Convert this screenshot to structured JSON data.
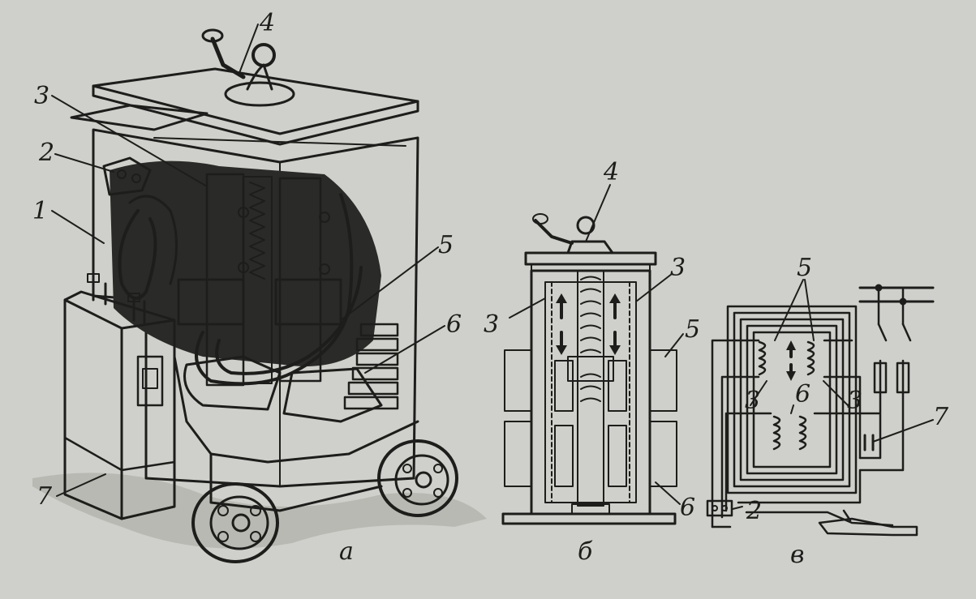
{
  "figure": {
    "panel_captions": {
      "a": "а",
      "b": "б",
      "c": "в"
    },
    "labels_a": {
      "l1": "1",
      "l2": "2",
      "l3": "3",
      "l4": "4",
      "l5": "5",
      "l6": "6",
      "l7": "7"
    },
    "labels_b": {
      "l3_left": "3",
      "l3_right": "3",
      "l4": "4",
      "l5": "5",
      "l6": "6"
    },
    "labels_c": {
      "l2": "2",
      "l3_left": "3",
      "l3_right": "3",
      "l5": "5",
      "l6": "6",
      "l7": "7"
    }
  },
  "colors": {
    "paper": "#cfcfcb",
    "ink": "#1d1d1b",
    "shade": "#2a2a28"
  }
}
